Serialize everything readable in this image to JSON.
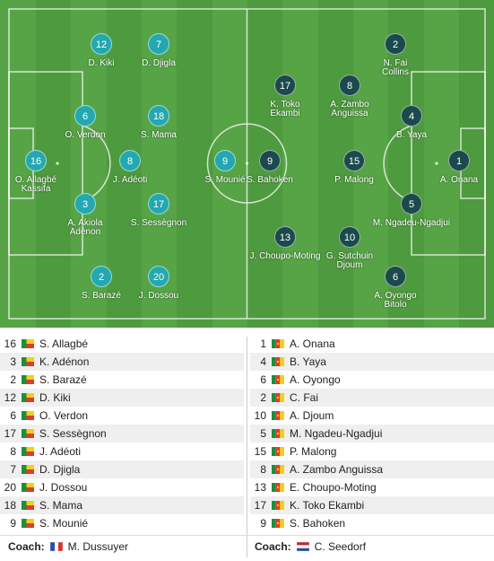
{
  "home_team": {
    "color": "#24a8b0",
    "lineup_pitch": [
      {
        "number": "16",
        "name": "O. Allagbé\nKassifa"
      },
      {
        "number": "3",
        "name": "A. Akiola\nAdénon"
      },
      {
        "number": "6",
        "name": "O. Verdon"
      },
      {
        "number": "2",
        "name": "S. Barazé"
      },
      {
        "number": "12",
        "name": "D. Kiki"
      },
      {
        "number": "8",
        "name": "J. Adéoti"
      },
      {
        "number": "18",
        "name": "S. Mama"
      },
      {
        "number": "17",
        "name": "S. Sessègnon"
      },
      {
        "number": "20",
        "name": "J. Dossou"
      },
      {
        "number": "7",
        "name": "D. Djigla"
      },
      {
        "number": "9",
        "name": "S. Mounié"
      }
    ],
    "list": [
      {
        "number": "16",
        "name": "S. Allagbé"
      },
      {
        "number": "3",
        "name": "K. Adénon"
      },
      {
        "number": "2",
        "name": "S. Barazé"
      },
      {
        "number": "12",
        "name": "D. Kiki"
      },
      {
        "number": "6",
        "name": "O. Verdon"
      },
      {
        "number": "17",
        "name": "S. Sessègnon"
      },
      {
        "number": "8",
        "name": "J. Adéoti"
      },
      {
        "number": "7",
        "name": "D. Djigla"
      },
      {
        "number": "20",
        "name": "J. Dossou"
      },
      {
        "number": "18",
        "name": "S. Mama"
      },
      {
        "number": "9",
        "name": "S. Mounié"
      }
    ],
    "flag": "benin-flag-icon",
    "coach_label": "Coach:",
    "coach_name": "M. Dussuyer",
    "coach_flag": "france-flag-icon"
  },
  "away_team": {
    "color": "#1b4a4c",
    "lineup_pitch": [
      {
        "number": "1",
        "name": "A. Onana"
      },
      {
        "number": "4",
        "name": "B. Yaya"
      },
      {
        "number": "5",
        "name": "M. Ngadeu-Ngadjui"
      },
      {
        "number": "2",
        "name": "N. Fai\nCollins"
      },
      {
        "number": "6",
        "name": "A. Oyongo\nBitolo"
      },
      {
        "number": "8",
        "name": "A. Zambo\nAnguissa"
      },
      {
        "number": "15",
        "name": "P. Malong"
      },
      {
        "number": "17",
        "name": "K. Toko\nEkambi"
      },
      {
        "number": "10",
        "name": "G. Sutchuin\nDjoum"
      },
      {
        "number": "9",
        "name": "S. Bahoken"
      },
      {
        "number": "13",
        "name": "J. Choupo-Moting"
      }
    ],
    "list": [
      {
        "number": "1",
        "name": "A. Onana"
      },
      {
        "number": "4",
        "name": "B. Yaya"
      },
      {
        "number": "6",
        "name": "A. Oyongo"
      },
      {
        "number": "2",
        "name": "C. Fai"
      },
      {
        "number": "10",
        "name": "A. Djoum"
      },
      {
        "number": "5",
        "name": "M. Ngadeu-Ngadjui"
      },
      {
        "number": "15",
        "name": "P. Malong"
      },
      {
        "number": "8",
        "name": "A. Zambo Anguissa"
      },
      {
        "number": "13",
        "name": "E. Choupo-Moting"
      },
      {
        "number": "17",
        "name": "K. Toko Ekambi"
      },
      {
        "number": "9",
        "name": "S. Bahoken"
      }
    ],
    "flag": "cameroon-flag-icon",
    "coach_label": "Coach:",
    "coach_name": "C. Seedorf",
    "coach_flag": "netherlands-flag-icon"
  },
  "colors": {
    "pitch_light": "#56a446",
    "pitch_dark": "#4e9a3e",
    "row_alt": "#efefef"
  }
}
